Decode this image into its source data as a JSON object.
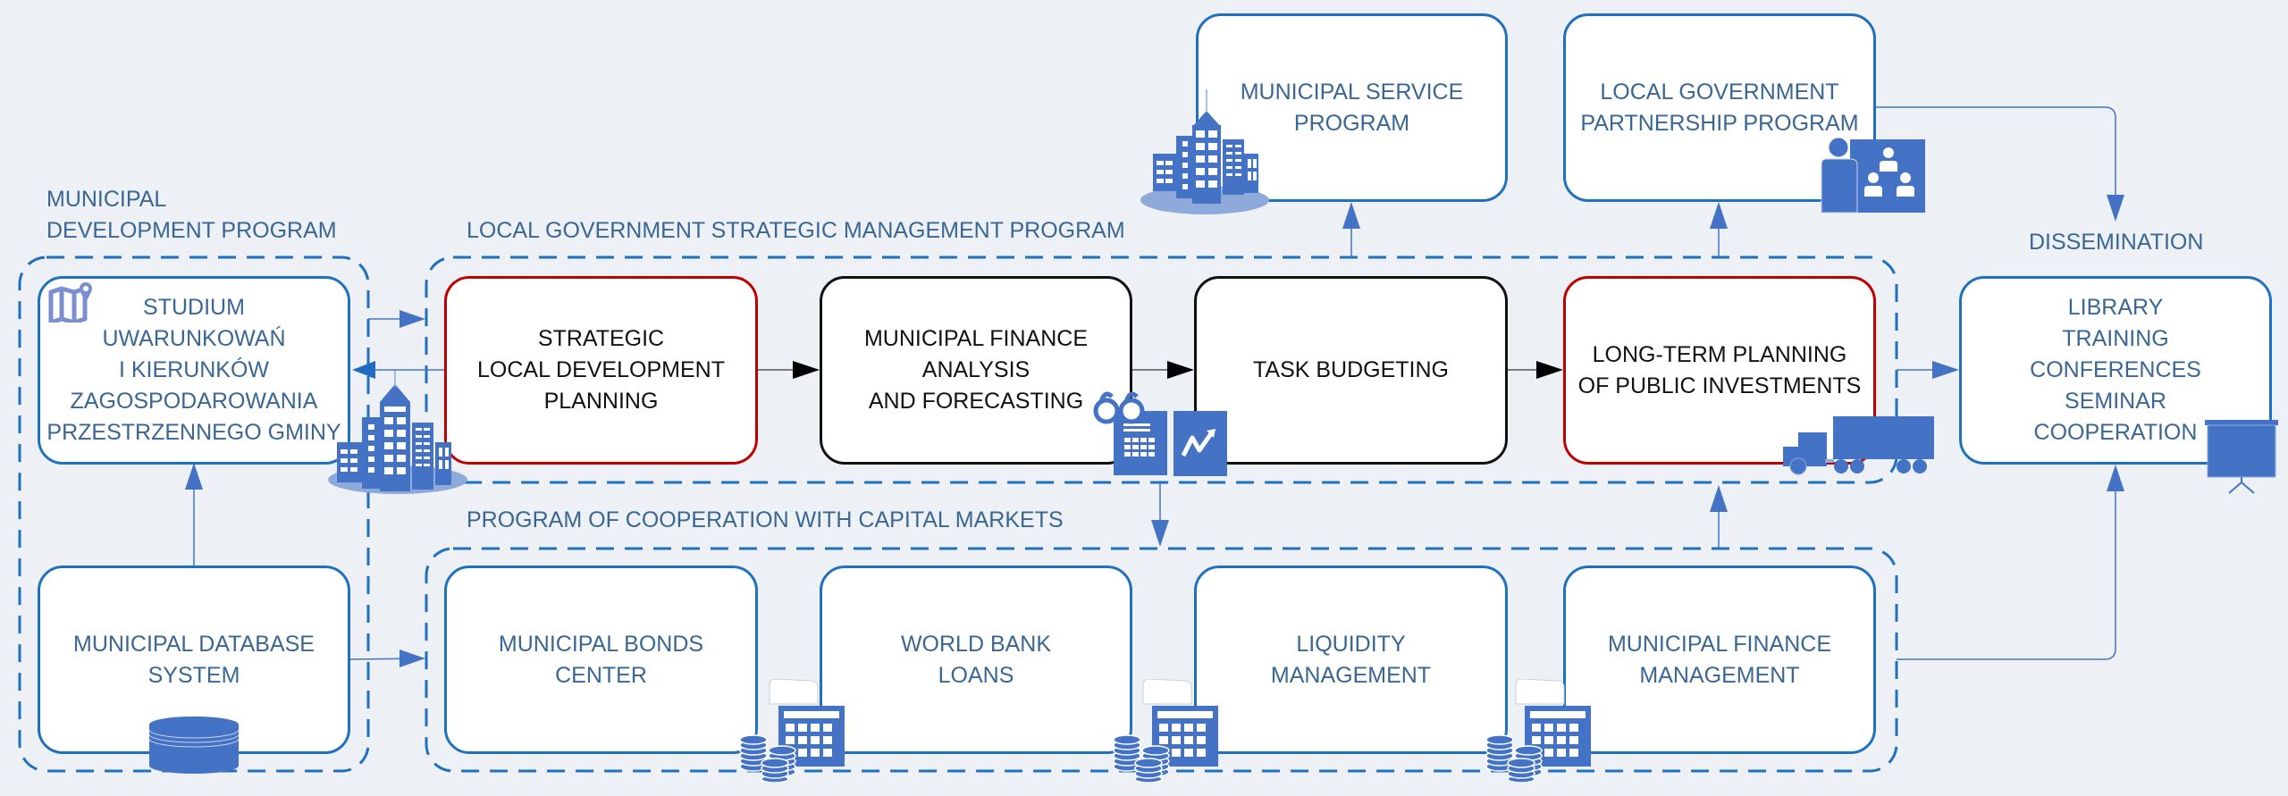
{
  "colors": {
    "background": "#edf1f6",
    "box_blue_border": "#2070c0",
    "box_red_border": "#c00000",
    "box_black_border": "#111111",
    "blue_text": "#3a6693",
    "icon_fill": "#4472c4",
    "icon_light": "#8eaadb",
    "connector": "#4472c4"
  },
  "groups": {
    "municipal_development": {
      "title_lines": [
        "MUNICIPAL",
        "DEVELOPMENT PROGRAM"
      ]
    },
    "strategic_management": {
      "title": "LOCAL GOVERNMENT STRATEGIC MANAGEMENT PROGRAM"
    },
    "capital_markets": {
      "title": "PROGRAM OF COOPERATION WITH CAPITAL MARKETS"
    },
    "dissemination": {
      "title": "DISSEMINATION"
    }
  },
  "boxes": {
    "studium": {
      "lines": [
        "STUDIUM",
        "UWARUNKOWAŃ",
        "I KIERUNKÓW",
        "ZAGOSPODAROWANIA",
        "PRZESTRZENNEGO GMINY"
      ],
      "icon": "map-pin-icon"
    },
    "database": {
      "lines": [
        "MUNICIPAL DATABASE",
        "SYSTEM"
      ],
      "icon": "database-icon"
    },
    "strategic_planning": {
      "lines": [
        "STRATEGIC",
        "LOCAL DEVELOPMENT",
        "PLANNING"
      ],
      "highlight": "red"
    },
    "finance_analysis": {
      "lines": [
        "MUNICIPAL FINANCE",
        "ANALYSIS",
        "AND FORECASTING"
      ],
      "icon": "binoculars-calculator-chart-icon"
    },
    "task_budgeting": {
      "lines": [
        "TASK BUDGETING"
      ]
    },
    "long_term_planning": {
      "lines": [
        "LONG-TERM PLANNING",
        "OF PUBLIC INVESTMENTS"
      ],
      "highlight": "red",
      "icon": "truck-icon"
    },
    "service_program": {
      "lines": [
        "MUNICIPAL SERVICE",
        "PROGRAM"
      ],
      "icon": "city-buildings-icon"
    },
    "partnership_program": {
      "lines": [
        "LOCAL GOVERNMENT",
        "PARTNERSHIP PROGRAM"
      ],
      "icon": "presenter-audience-icon"
    },
    "library": {
      "lines": [
        "LIBRARY",
        "TRAINING",
        "CONFERENCES",
        "SEMINAR",
        "COOPERATION"
      ],
      "icon": "projector-screen-icon"
    },
    "bonds_center": {
      "lines": [
        "MUNICIPAL BONDS",
        "CENTER"
      ],
      "icon": "coins-calculator-icon"
    },
    "world_bank": {
      "lines": [
        "WORLD BANK",
        "LOANS"
      ],
      "icon": "coins-calculator-icon"
    },
    "liquidity": {
      "lines": [
        "LIQUIDITY",
        "MANAGEMENT"
      ],
      "icon": "coins-calculator-icon"
    },
    "finance_management": {
      "lines": [
        "MUNICIPAL FINANCE",
        "MANAGEMENT"
      ]
    }
  },
  "connections": [
    {
      "from": "database",
      "to": "studium"
    },
    {
      "from": "studium",
      "to": "strategic_management"
    },
    {
      "from": "strategic_planning",
      "to": "studium"
    },
    {
      "from": "database",
      "to": "capital_markets"
    },
    {
      "from": "strategic_planning",
      "to": "finance_analysis"
    },
    {
      "from": "finance_analysis",
      "to": "task_budgeting"
    },
    {
      "from": "task_budgeting",
      "to": "long_term_planning"
    },
    {
      "from": "strategic_management",
      "to": "service_program"
    },
    {
      "from": "strategic_management",
      "to": "partnership_program"
    },
    {
      "from": "strategic_management",
      "to": "capital_markets"
    },
    {
      "from": "capital_markets",
      "to": "strategic_management"
    },
    {
      "from": "strategic_management",
      "to": "library"
    },
    {
      "from": "partnership_program",
      "to": "dissemination"
    },
    {
      "from": "capital_markets",
      "to": "library"
    }
  ]
}
